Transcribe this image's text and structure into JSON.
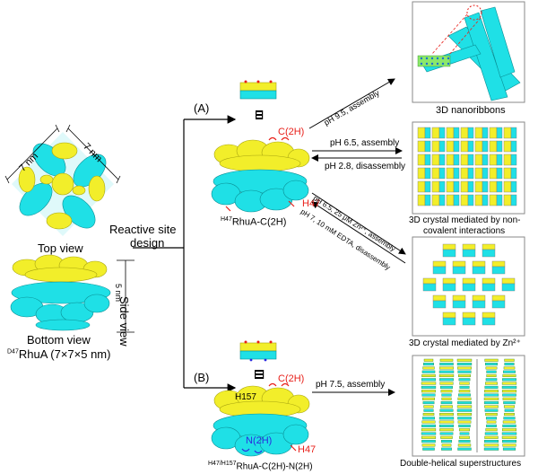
{
  "left": {
    "dim_a": "7 nm",
    "dim_b": "7 nm",
    "dim_c": "5 nm",
    "top_view": "Top view",
    "side_view": "Side view",
    "bottom_view": "Bottom view",
    "protein_sup": "D47",
    "protein_name": "RhuA (7×7×5 nm)"
  },
  "design": {
    "line1": "Reactive site",
    "line2": "design"
  },
  "branch_a": {
    "letter": "(A)",
    "tag": "C(2H)",
    "site": "H47",
    "name_sup": "H47",
    "name": "RhuA-C(2H)"
  },
  "branch_b": {
    "letter": "(B)",
    "tag_c": "C(2H)",
    "tag_h157": "H157",
    "tag_n": "N(2H)",
    "site": "H47",
    "name_sup": "H47/H157",
    "name": "RhuA-C(2H)-N(2H)"
  },
  "arrows": {
    "nanoribbon": "pH 9.5, assembly",
    "assembly_65": "pH 6.5, assembly",
    "disassembly_28": "pH 2.8, disassembly",
    "zn": "pH 6.5, 25 μM Zn²⁺, assembly",
    "edta": "pH 7, 10 mM EDTA, disassembly",
    "helix": "pH 7.5, assembly"
  },
  "products": {
    "nanoribbons": "3D nanoribbons",
    "crystal_noncov_1": "3D crystal mediated by non-",
    "crystal_noncov_2": "covalent interactions",
    "crystal_zn": "3D crystal mediated by Zn²⁺",
    "helical": "Double-helical superstructures"
  },
  "colors": {
    "yellow": "#f2ee2a",
    "cyan": "#1fe0e6",
    "red": "#e8201a",
    "blue": "#2a2ae0"
  }
}
